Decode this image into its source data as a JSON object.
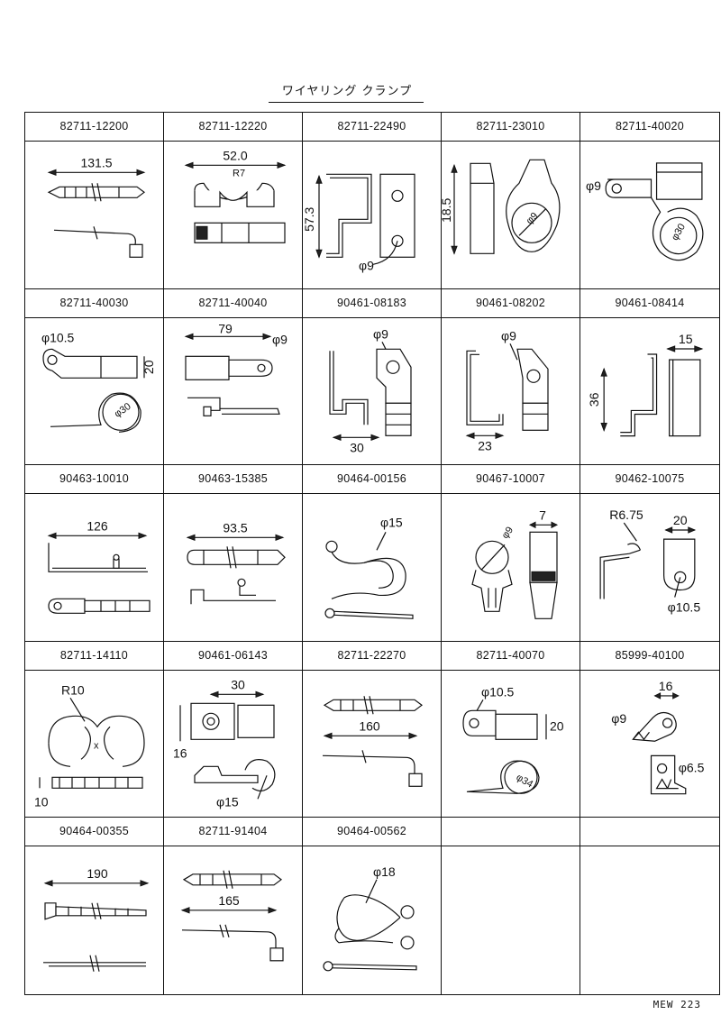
{
  "title": "ワイヤリング クランプ",
  "footer_code": "MEW 223",
  "parts": [
    {
      "part_no": "82711-12200",
      "dims": [
        "131.5"
      ]
    },
    {
      "part_no": "82711-12220",
      "dims": [
        "52.0",
        "R7"
      ]
    },
    {
      "part_no": "82711-22490",
      "dims": [
        "57.3",
        "φ9"
      ]
    },
    {
      "part_no": "82711-23010",
      "dims": [
        "18.5",
        "φ9"
      ]
    },
    {
      "part_no": "82711-40020",
      "dims": [
        "φ9",
        "φ30"
      ]
    },
    {
      "part_no": "82711-40030",
      "dims": [
        "φ10.5",
        "20",
        "φ30"
      ]
    },
    {
      "part_no": "82711-40040",
      "dims": [
        "79",
        "φ9"
      ]
    },
    {
      "part_no": "90461-08183",
      "dims": [
        "φ9",
        "30"
      ]
    },
    {
      "part_no": "90461-08202",
      "dims": [
        "φ9",
        "23"
      ]
    },
    {
      "part_no": "90461-08414",
      "dims": [
        "15",
        "36"
      ]
    },
    {
      "part_no": "90463-10010",
      "dims": [
        "126"
      ]
    },
    {
      "part_no": "90463-15385",
      "dims": [
        "93.5"
      ]
    },
    {
      "part_no": "90464-00156",
      "dims": [
        "φ15"
      ]
    },
    {
      "part_no": "90467-10007",
      "dims": [
        "φ9",
        "7"
      ]
    },
    {
      "part_no": "90462-10075",
      "dims": [
        "R6.75",
        "20",
        "φ10.5"
      ]
    },
    {
      "part_no": "82711-14110",
      "dims": [
        "R10",
        "10"
      ]
    },
    {
      "part_no": "90461-06143",
      "dims": [
        "30",
        "16",
        "φ15"
      ]
    },
    {
      "part_no": "82711-22270",
      "dims": [
        "160"
      ]
    },
    {
      "part_no": "82711-40070",
      "dims": [
        "φ10.5",
        "20",
        "φ34"
      ]
    },
    {
      "part_no": "85999-40100",
      "dims": [
        "16",
        "φ9",
        "φ6.5"
      ]
    },
    {
      "part_no": "90464-00355",
      "dims": [
        "190"
      ]
    },
    {
      "part_no": "82711-91404",
      "dims": [
        "165"
      ]
    },
    {
      "part_no": "90464-00562",
      "dims": [
        "φ18"
      ]
    },
    {
      "part_no": "",
      "dims": []
    },
    {
      "part_no": "",
      "dims": []
    }
  ]
}
